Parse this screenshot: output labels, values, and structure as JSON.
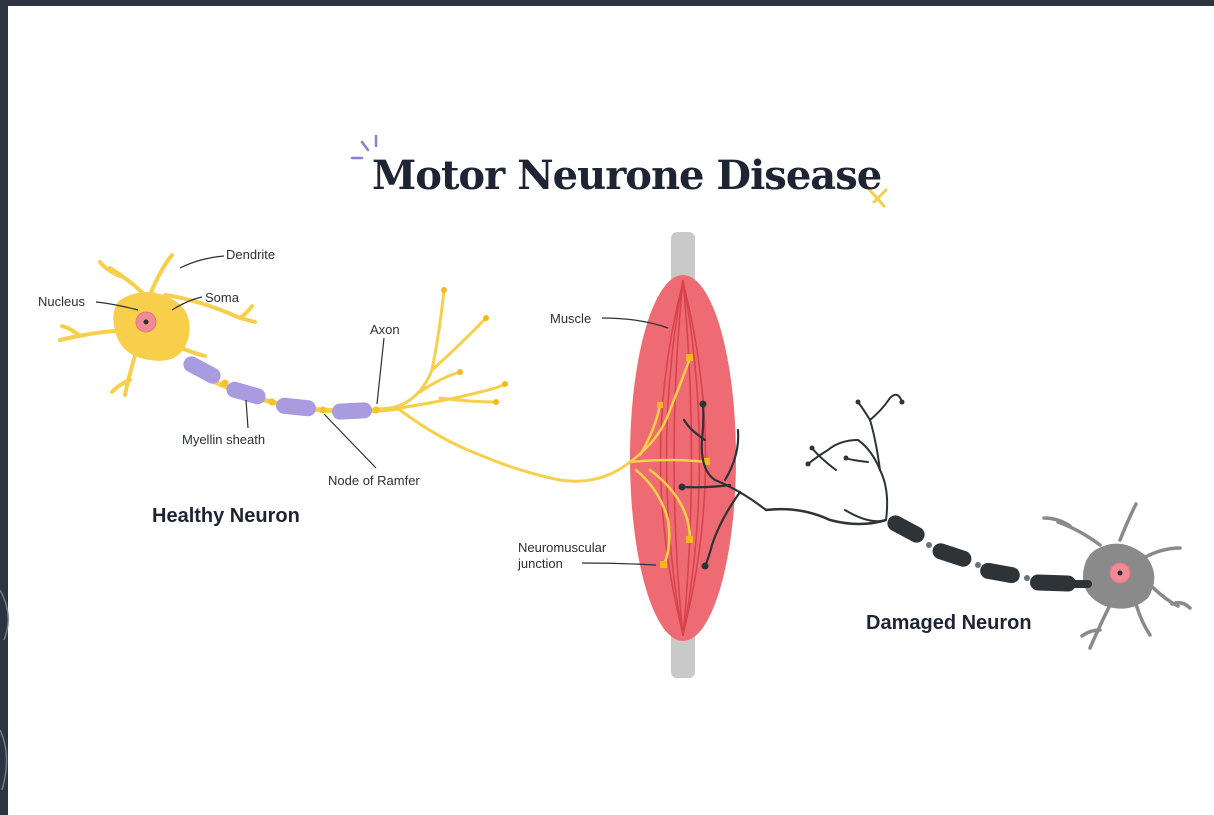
{
  "title": "Motor Neurone Disease",
  "labels": {
    "dendrite": "Dendrite",
    "nucleus": "Nucleus",
    "soma": "Soma",
    "axon": "Axon",
    "muscle": "Muscle",
    "myelin_sheath": "Myellin sheath",
    "node_of_ranvier": "Node of Ramfer",
    "neuromuscular_junction_line1": "Neuromuscular",
    "neuromuscular_junction_line2": "junction",
    "healthy_neuron": "Healthy Neuron",
    "damaged_neuron": "Damaged Neuron"
  },
  "colors": {
    "healthy_neuron": "#f7cf4a",
    "myelin": "#a89be0",
    "nucleus": "#f08a96",
    "muscle": "#ef6b73",
    "tendon": "#c9c9c9",
    "damaged_neuron": "#8a8a8a",
    "damaged_axon": "#2e3338",
    "title_accent_purple": "#8c7fd4",
    "title_accent_yellow": "#f3d04c"
  }
}
